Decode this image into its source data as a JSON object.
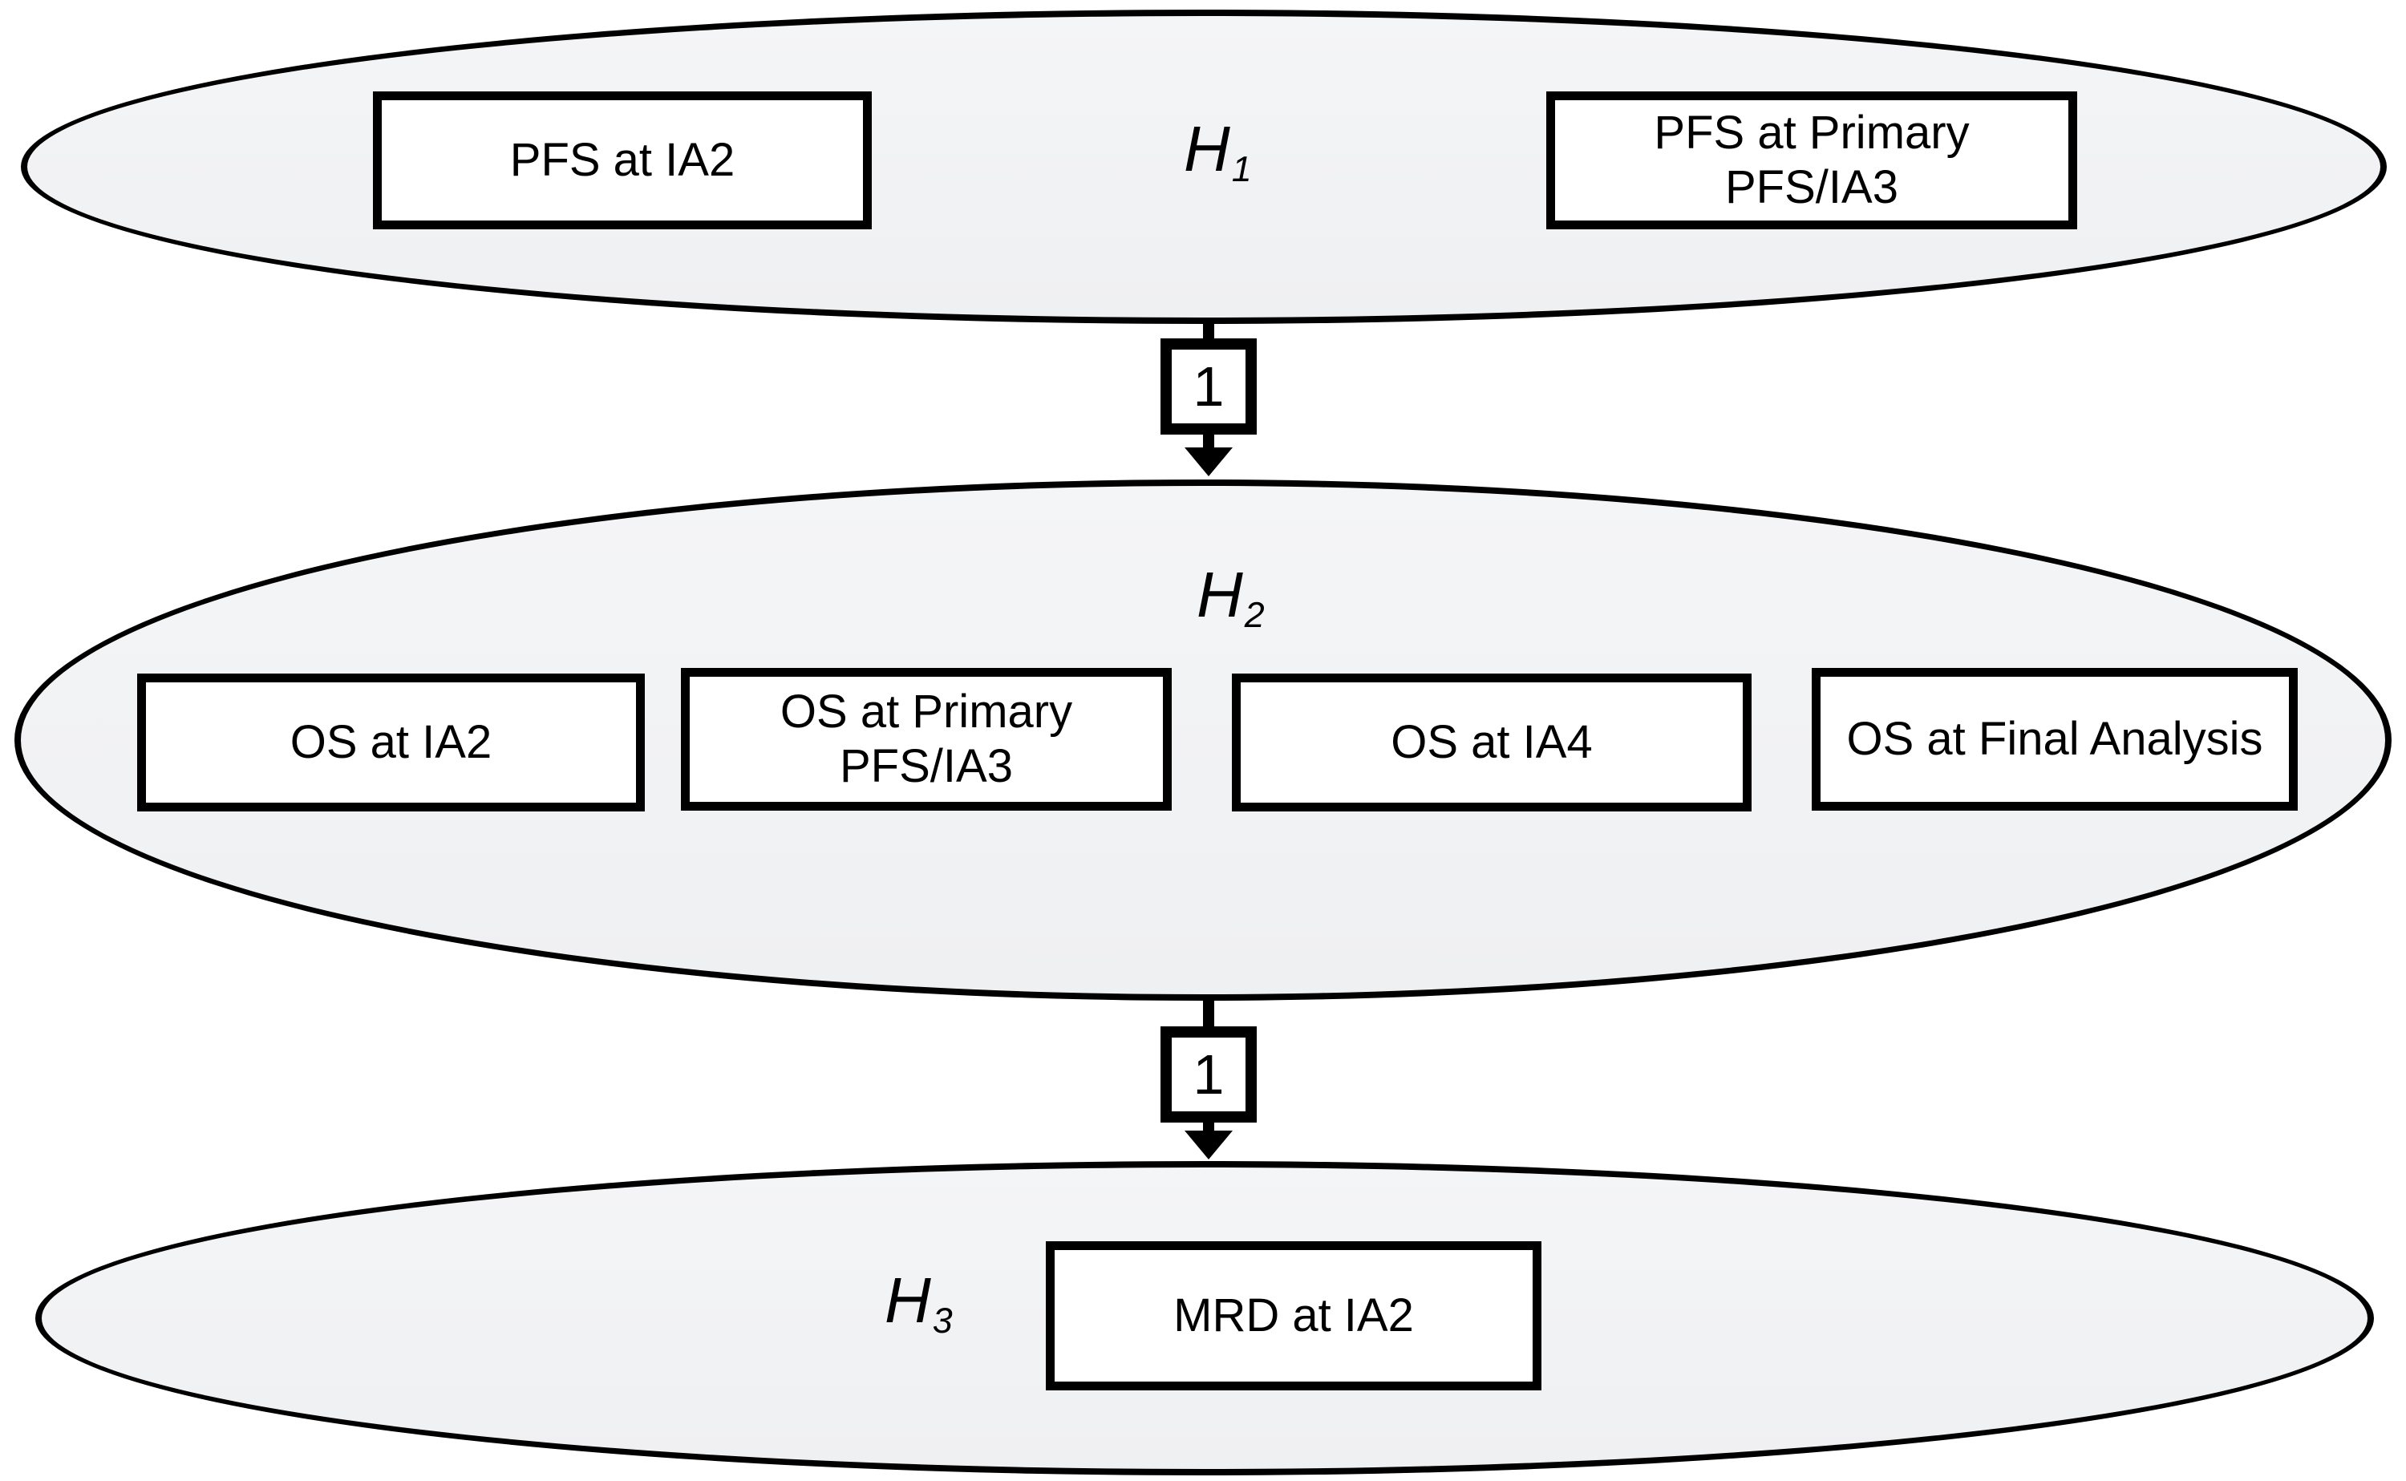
{
  "figure": {
    "type": "hierarchical-testing-strategy-diagram",
    "colors": {
      "ellipse_fill": "#f1f2f4",
      "outline": "#000000",
      "box_fill": "#ffffff",
      "text": "#000000"
    },
    "levels": [
      {
        "hypothesis": {
          "symbol": "H",
          "subscript": "1"
        },
        "endpoints": [
          "PFS at IA2",
          "PFS at Primary PFS/IA3"
        ]
      },
      {
        "hypothesis": {
          "symbol": "H",
          "subscript": "2"
        },
        "endpoints": [
          "OS at IA2",
          "OS at Primary PFS/IA3",
          "OS at IA4",
          "OS at Final Analysis"
        ]
      },
      {
        "hypothesis": {
          "symbol": "H",
          "subscript": "3"
        },
        "endpoints": [
          "MRD at IA2"
        ]
      }
    ],
    "transitions": [
      {
        "weight": "1"
      },
      {
        "weight": "1"
      }
    ]
  }
}
